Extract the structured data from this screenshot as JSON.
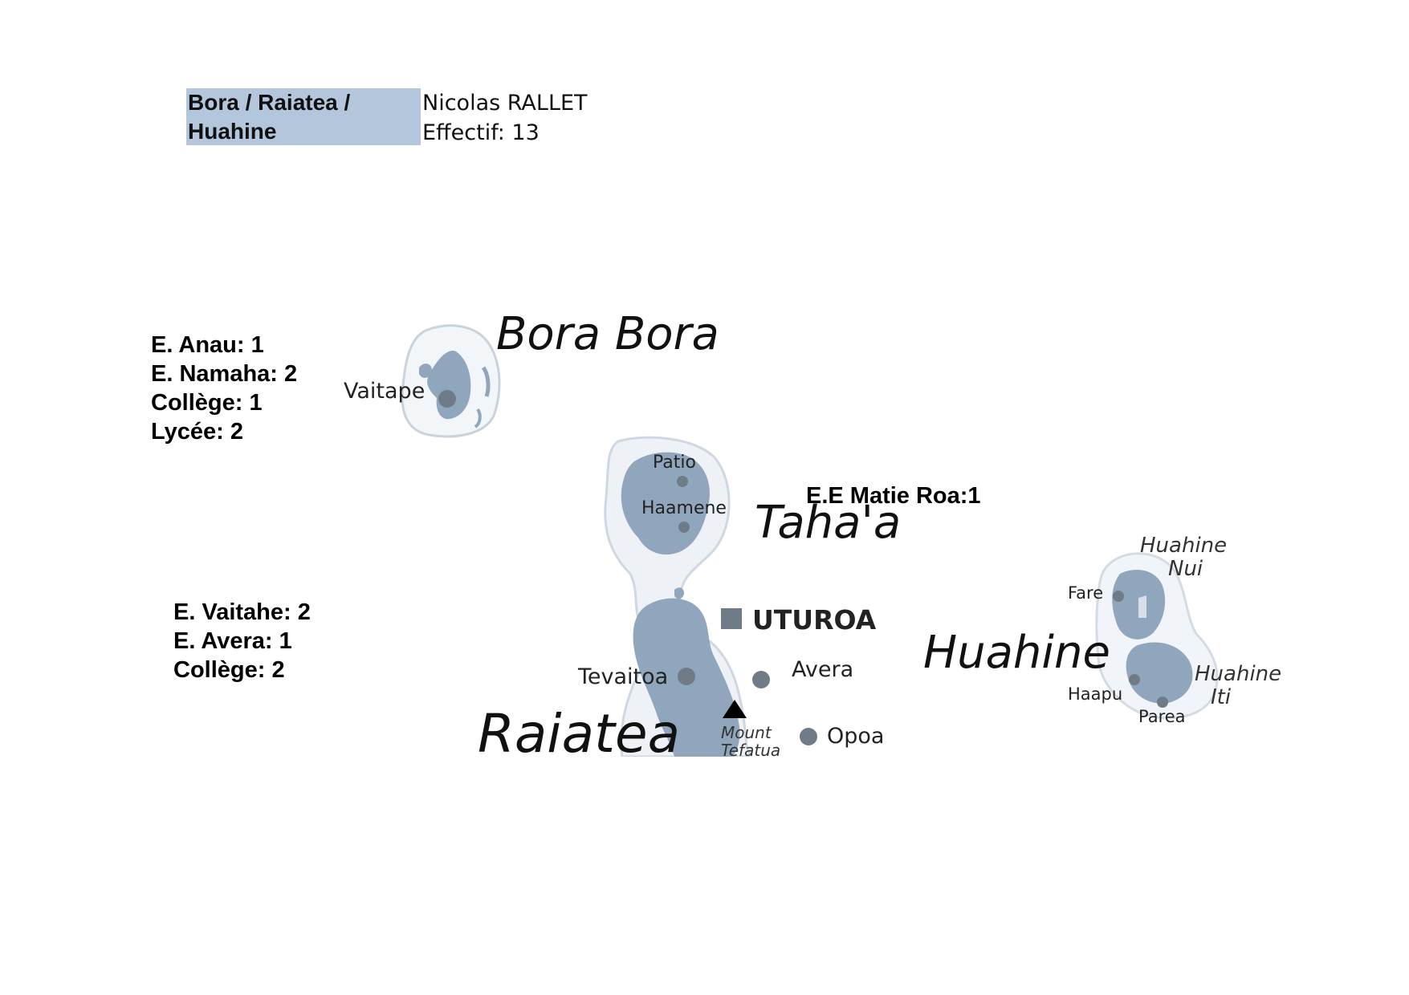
{
  "header": {
    "region": "Bora / Raiatea / Huahine",
    "person": "Nicolas RALLET",
    "effectif": "Effectif: 13"
  },
  "bora_stats": [
    "E. Anau: 1",
    "E. Namaha: 2",
    "Collège: 1",
    "Lycée: 2"
  ],
  "raiatea_stats": [
    "E. Vaitahe: 2",
    "E. Avera: 1",
    "Collège: 2"
  ],
  "tahaa_stat": "E.E Matie Roa:1",
  "map": {
    "islands": {
      "bora_bora": "Bora Bora",
      "tahaa": "Taha'a",
      "raiatea": "Raiatea",
      "huahine": "Huahine",
      "huahine_nui": [
        "Huahine",
        "Nui"
      ],
      "huahine_iti": [
        "Huahine",
        "Iti"
      ]
    },
    "places": {
      "vaitape": "Vaitape",
      "patio": "Patio",
      "haamene": "Haamene",
      "uturoa": "UTUROA",
      "tevaitoa": "Tevaitoa",
      "avera": "Avera",
      "opoa": "Opoa",
      "mount": [
        "Mount",
        "Tefatua"
      ],
      "fare": "Fare",
      "haapu": "Haapu",
      "parea": "Parea"
    },
    "colors": {
      "land": "#8fa6bd",
      "reef": "#d7dfe8",
      "text": "#111111"
    }
  }
}
